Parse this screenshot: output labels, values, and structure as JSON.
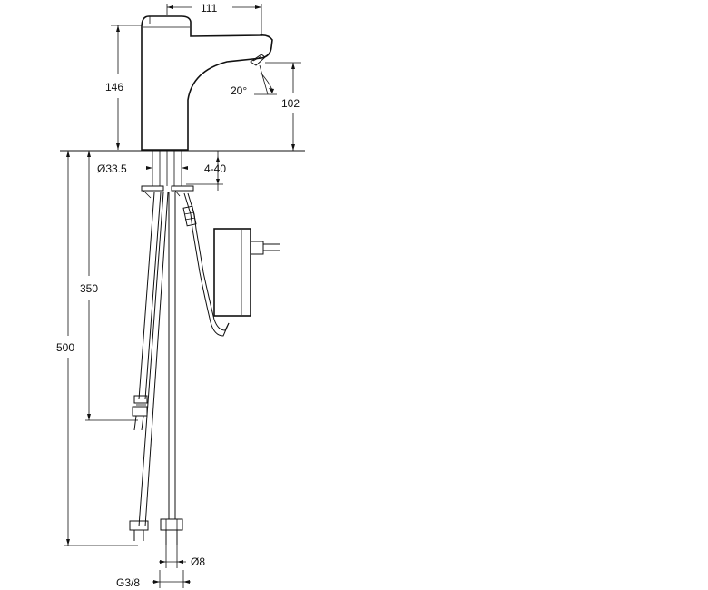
{
  "drawing": {
    "dimensions": {
      "width_111": "111",
      "height_146": "146",
      "angle_20": "20°",
      "height_102": "102",
      "diameter_33_5": "Ø33.5",
      "range_4_40": "4-40",
      "length_350": "350",
      "length_500": "500",
      "diameter_8": "Ø8",
      "thread_g3_8": "G3/8"
    }
  }
}
